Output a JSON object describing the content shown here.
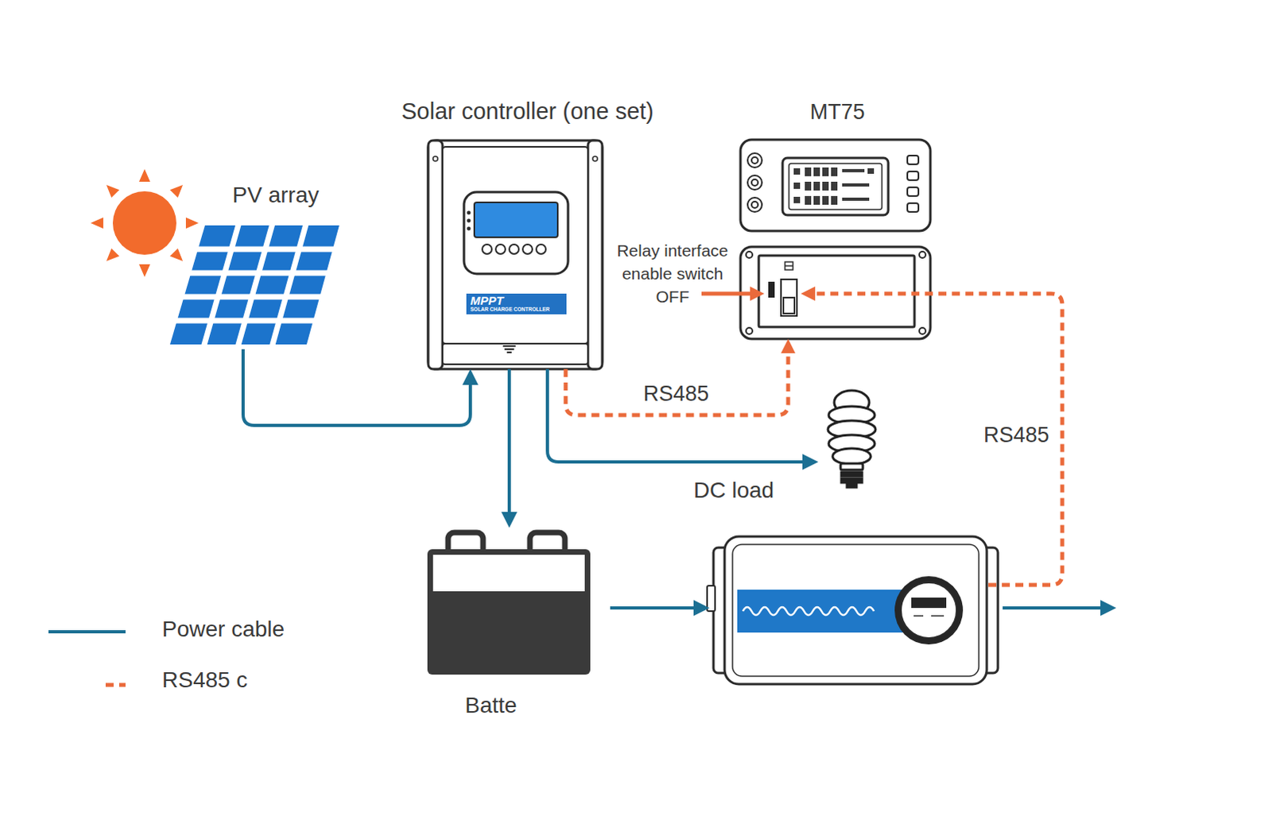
{
  "diagram": {
    "nodes": [
      {
        "text": [
          "PV array"
        ]
      },
      {
        "text": [
          "Solar controller (one set)",
          "MPPT",
          "SOLAR CHARGE CONTROLLER"
        ]
      },
      {
        "text": [
          "MT75"
        ]
      },
      {
        "text": [
          "Relay interface enable switch OFF"
        ]
      },
      {
        "text": [
          "DC load"
        ]
      },
      {
        "text": [
          "Batte"
        ]
      }
    ],
    "edges": [
      {
        "from": 0,
        "to": 1,
        "arrow": "to"
      },
      {
        "from": 1,
        "to": 5,
        "arrow": "to"
      },
      {
        "from": 1,
        "to": 4,
        "arrow": "to"
      },
      {
        "from": 1,
        "to": 3,
        "label": "RS485",
        "arrow": "to"
      }
    ],
    "labels": [
      "RS485"
    ],
    "legend": [
      {
        "text": "Power cable"
      },
      {
        "text": "RS485 c"
      }
    ]
  }
}
